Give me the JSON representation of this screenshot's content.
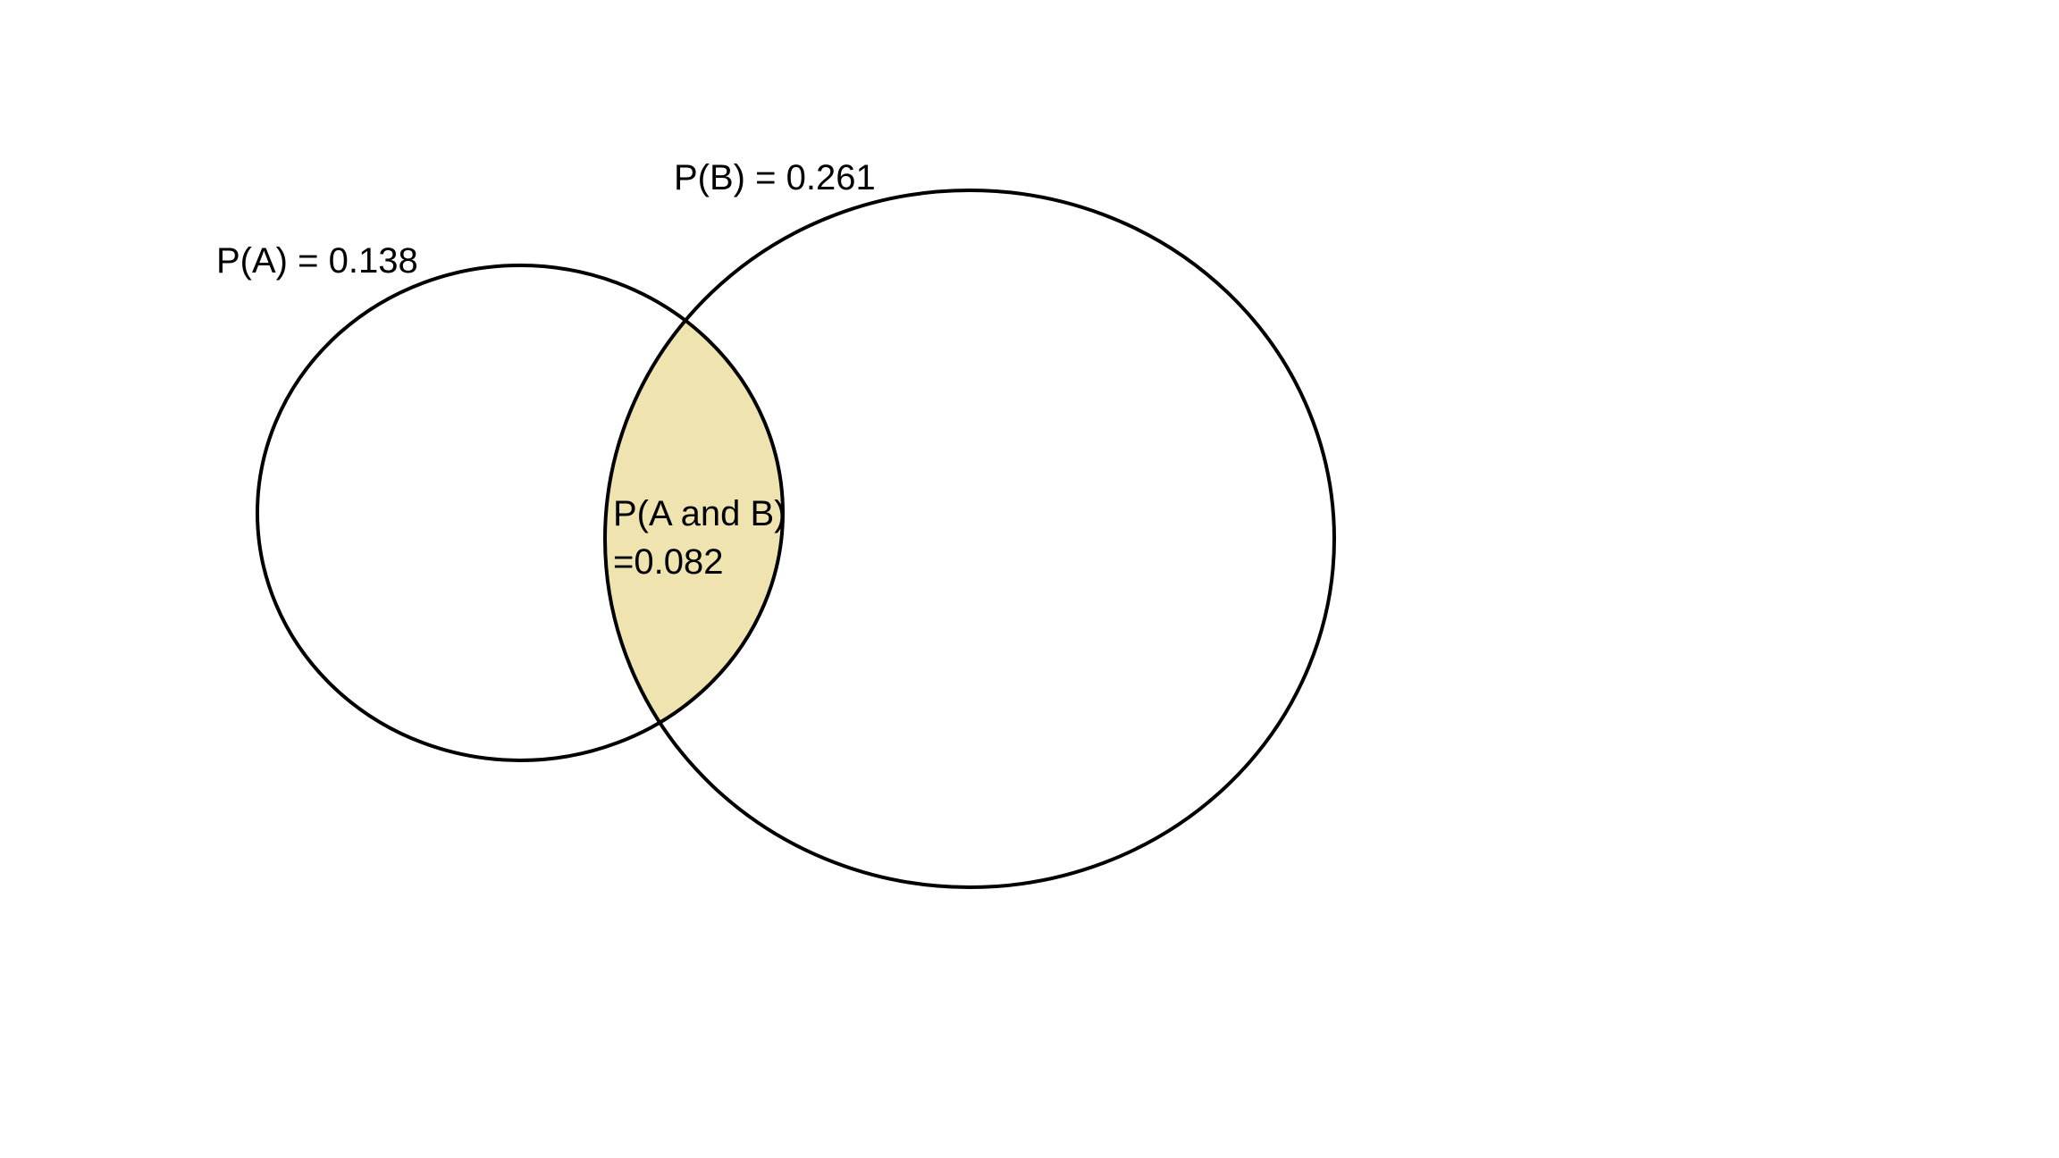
{
  "diagram": {
    "type": "venn",
    "sets": [
      {
        "id": "A",
        "label": "P(A) = 0.138"
      },
      {
        "id": "B",
        "label": "P(B) = 0.261"
      }
    ],
    "intersection": {
      "label_line1": "P(A and B)",
      "label_line2": "=0.082",
      "fill_color": "#EFE4B0"
    },
    "outline_color": "#000000",
    "background_color": "#FFFFFF"
  }
}
